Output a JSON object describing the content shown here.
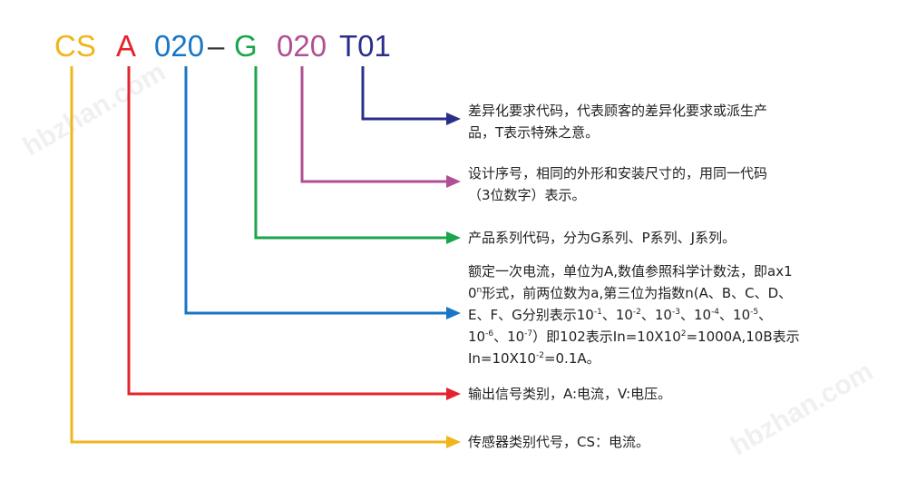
{
  "code": {
    "parts": [
      {
        "key": "cs",
        "text": "CS",
        "color": "#f1b51c"
      },
      {
        "key": "a",
        "text": "A",
        "color": "#e3232d"
      },
      {
        "key": "n1",
        "text": "020",
        "color": "#1776c5"
      },
      {
        "key": "dash",
        "text": "–",
        "color": "#333333"
      },
      {
        "key": "g",
        "text": "G",
        "color": "#1aa54a"
      },
      {
        "key": "n2",
        "text": "020",
        "color": "#b04f93"
      },
      {
        "key": "t",
        "text": "T01",
        "color": "#2a2f8a"
      }
    ]
  },
  "descriptions": {
    "t01": {
      "line1": "差异化要求代码，代表顾客的差异化要求或派生产",
      "line2": "品，T表示特殊之意。"
    },
    "n2": {
      "line1": "设计序号，相同的外形和安装尺寸的，用同一代码",
      "line2": "（3位数字）表示。"
    },
    "g": {
      "line1": "产品系列代码，分为G系列、P系列、J系列。"
    },
    "n1": {
      "l1": "额定一次电流，单位为A,数值参照科学计数法，即ax1",
      "l2a": "0",
      "l2sup": "n",
      "l2b": "形式，前两位数为a,第三位为指数n(A、B、C、D、",
      "l3a": "E、F、G分别表示10",
      "l3s1": "-1",
      "l3b": "、10",
      "l3s2": "-2",
      "l3c": "、10",
      "l3s3": "-3",
      "l3d": "、10",
      "l3s4": "-4",
      "l3e": "、10",
      "l3s5": "-5",
      "l3f": "、",
      "l4a": "10",
      "l4s1": "-6",
      "l4b": "、10",
      "l4s2": "-7",
      "l4c": "）即102表示In=10X10",
      "l4s3": "2",
      "l4d": "=1000A,10B表示",
      "l5a": "In=10X10",
      "l5s1": "-2",
      "l5b": "=0.1A。"
    },
    "a": {
      "line1": "输出信号类别，A:电流，V:电压。"
    },
    "cs": {
      "line1": "传感器类别代号，CS：电流。"
    }
  },
  "watermark": {
    "text": "hbzhan.com"
  }
}
